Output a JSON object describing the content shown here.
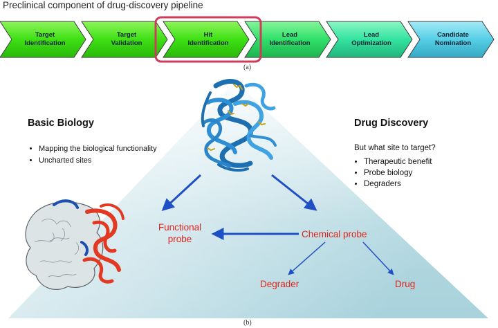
{
  "title": "Preclinical component of drug-discovery pipeline",
  "pipeline": {
    "steps": [
      {
        "label": "Target\nIdentification"
      },
      {
        "label": "Target\nValidation"
      },
      {
        "label": "Hit\nIdentification"
      },
      {
        "label": "Lead\nIdentification"
      },
      {
        "label": "Lead\nOptimization"
      },
      {
        "label": "Candidate\nNomination"
      }
    ],
    "highlighted_step": 2
  },
  "captions": {
    "a": "(a)",
    "b": "(b)"
  },
  "basic_biology": {
    "heading": "Basic Biology",
    "bullets": [
      "Mapping the biological functionality",
      "Uncharted sites"
    ]
  },
  "drug_discovery": {
    "heading": "Drug Discovery",
    "intro": "But what site to target?",
    "bullets": [
      "Therapeutic benefit",
      "Probe biology",
      "Degraders"
    ]
  },
  "nodes": {
    "functional_probe": "Functional\nprobe",
    "chemical_probe": "Chemical probe",
    "degrader": "Degrader",
    "drug": "Drug"
  },
  "colors": {
    "arrow": "#1f4fc4",
    "node_text": "#d9261c",
    "highlight": "#cf3b5a",
    "protein_blue": "#2e8fd6",
    "protein_red": "#e23a22",
    "surface": "#cfd8dc"
  }
}
